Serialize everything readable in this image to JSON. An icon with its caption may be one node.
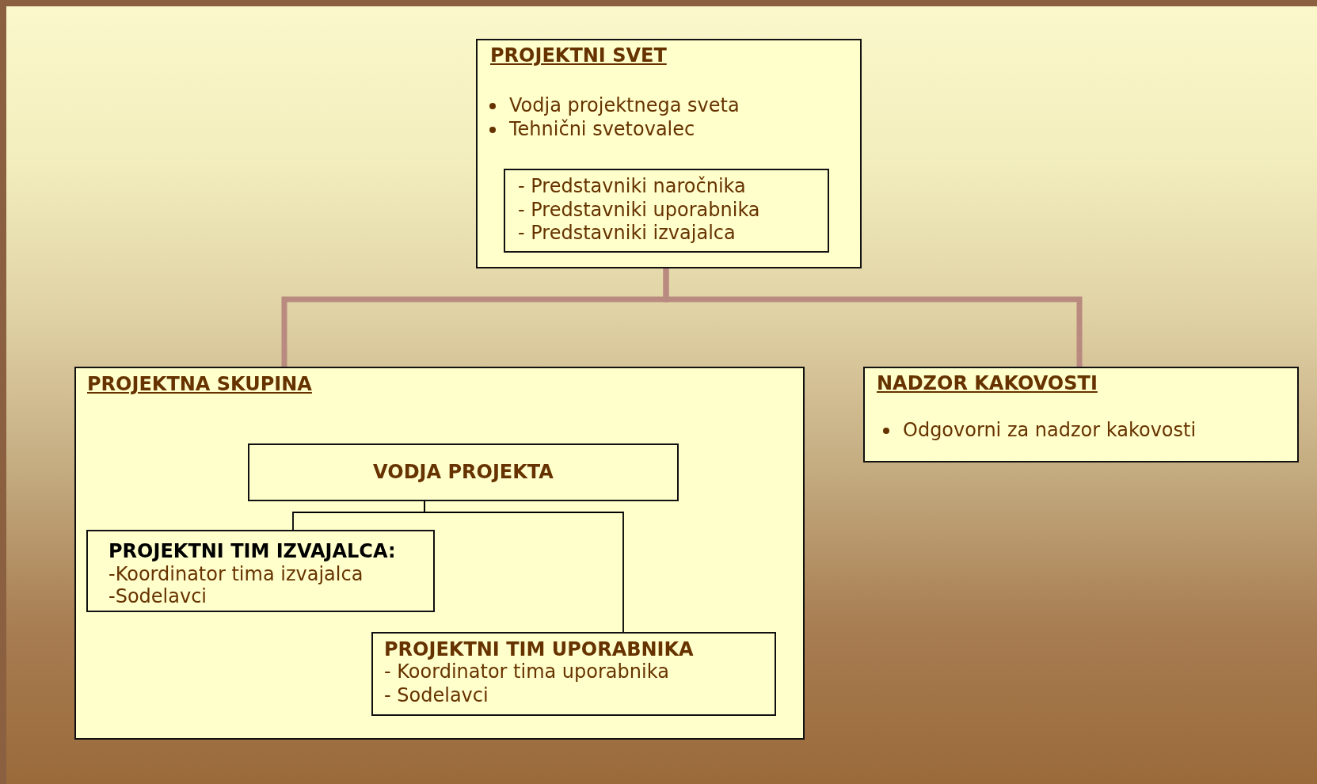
{
  "diagram": {
    "nodes": [
      {
        "text": [
          "PROJEKTNI SVET",
          "Vodja projektnega sveta",
          "Tehnični svetovalec"
        ]
      },
      {
        "text": [
          "- Predstavniki naročnika",
          "- Predstavniki uporabnika",
          "- Predstavniki izvajalca"
        ],
        "in": 0
      },
      {
        "text": [
          "PROJEKTNA SKUPINA"
        ]
      },
      {
        "text": [
          "VODJA PROJEKTA"
        ],
        "in": 2
      },
      {
        "text": [
          "PROJEKTNI TIM IZVAJALCA:",
          "-Koordinator tima izvajalca",
          "-Sodelavci"
        ],
        "in": 2
      },
      {
        "text": [
          "PROJEKTNI TIM UPORABNIKA",
          "- Koordinator tima uporabnika",
          "- Sodelavci"
        ],
        "in": 2
      },
      {
        "text": [
          "NADZOR KAKOVOSTI",
          "Odgovorni za nadzor kakovosti"
        ]
      }
    ],
    "edges": [
      {
        "from": 0,
        "to": 2,
        "arrow": "none",
        "style": "thick",
        "color": "#b88a80"
      },
      {
        "from": 0,
        "to": 6,
        "arrow": "none",
        "style": "thick",
        "color": "#b88a80"
      },
      {
        "from": 3,
        "to": 4,
        "arrow": "none",
        "color": "#000000"
      },
      {
        "from": 3,
        "to": 5,
        "arrow": "none",
        "color": "#000000"
      }
    ]
  }
}
